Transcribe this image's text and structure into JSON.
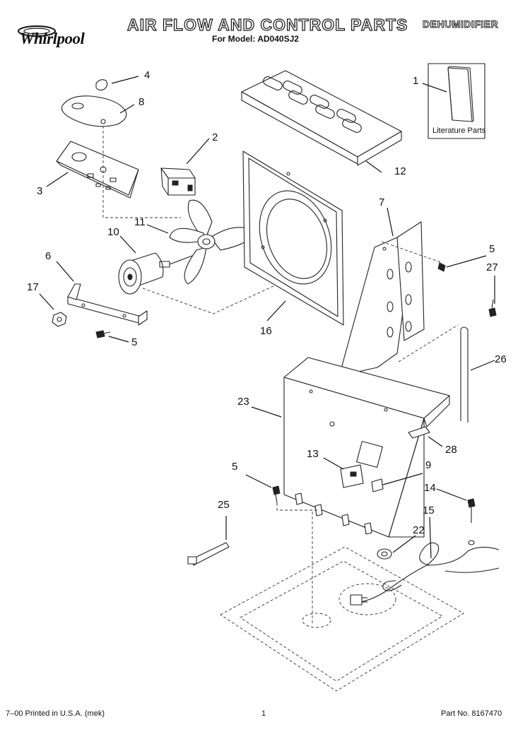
{
  "header": {
    "brand": "Whirlpool",
    "title": "AIR FLOW AND CONTROL PARTS",
    "model_line": "For Model: AD040SJ2",
    "category": "DEHUMIDIFIER"
  },
  "literature_label": "Literature Parts",
  "callouts": {
    "c1": "1",
    "c2": "2",
    "c3": "3",
    "c4": "4",
    "c5a": "5",
    "c5b": "5",
    "c5c": "5",
    "c6": "6",
    "c7": "7",
    "c8": "8",
    "c9": "9",
    "c10": "10",
    "c11": "11",
    "c12": "12",
    "c13": "13",
    "c14": "14",
    "c15": "15",
    "c16": "16",
    "c17": "17",
    "c22": "22",
    "c23": "23",
    "c25": "25",
    "c26": "26",
    "c27": "27",
    "c28": "28"
  },
  "footer": {
    "printed": "7–00 Printed in U.S.A. (mek)",
    "page": "1",
    "part_no": "Part No. 8167470"
  },
  "colors": {
    "ink": "#111111",
    "paper": "#ffffff"
  }
}
